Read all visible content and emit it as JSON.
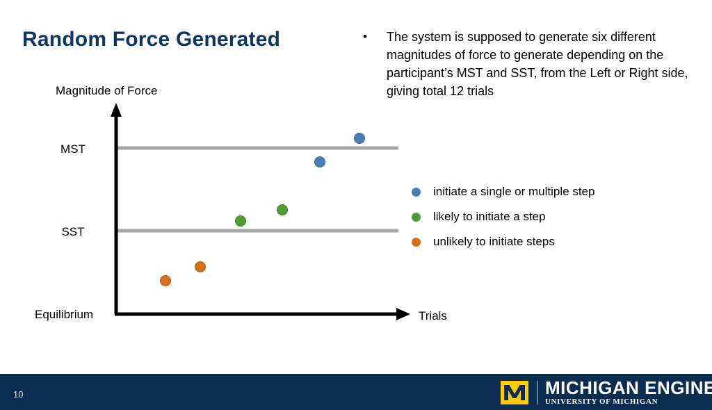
{
  "slide": {
    "title": "Random Force Generated",
    "number": "10",
    "title_color": "#10355e",
    "banner_color": "#0b2d50"
  },
  "bullets": [
    {
      "marker": "•",
      "text": "The system is supposed to generate six different magnitudes of force to generate depending on the participant’s MST and SST, from the Left or Right side, giving total 12 trials"
    }
  ],
  "legend": {
    "items": [
      {
        "label": "initiate a single or multiple step",
        "color": "#4a7ebb"
      },
      {
        "label": "likely to initiate a step",
        "color": "#4f9b35"
      },
      {
        "label": "unlikely to initiate steps",
        "color": "#d4711e"
      }
    ]
  },
  "logo": {
    "block_letter": "M",
    "main": "MICHIGAN ENGINEERING",
    "sub": "UNIVERSITY OF MICHIGAN",
    "block_color": "#ffcb05"
  },
  "chart_data": {
    "type": "scatter",
    "title": "",
    "xlabel": "Trials",
    "ylabel": "Magnitude of Force",
    "origin_label": "Equilibrium",
    "grid": false,
    "legend_position": "right",
    "axis_color": "#000000",
    "threshold_line_color": "#a6a6a6",
    "y_tick_labels": [
      "MST",
      "SST",
      "Equilibrium"
    ],
    "thresholds": [
      {
        "name": "MST",
        "y": 0.72
      },
      {
        "name": "SST",
        "y": 0.4
      }
    ],
    "ylim": [
      0,
      1
    ],
    "xlim": [
      0,
      1
    ],
    "series": [
      {
        "name": "unlikely to initiate steps",
        "color": "#d4711e",
        "points": [
          {
            "x": 0.18,
            "y": 0.16
          },
          {
            "x": 0.3,
            "y": 0.23
          }
        ]
      },
      {
        "name": "likely to initiate a step",
        "color": "#4f9b35",
        "points": [
          {
            "x": 0.44,
            "y": 0.44
          },
          {
            "x": 0.59,
            "y": 0.5
          }
        ]
      },
      {
        "name": "initiate a single or multiple step",
        "color": "#4a7ebb",
        "points": [
          {
            "x": 0.72,
            "y": 0.73
          },
          {
            "x": 0.86,
            "y": 0.84
          }
        ]
      }
    ]
  }
}
